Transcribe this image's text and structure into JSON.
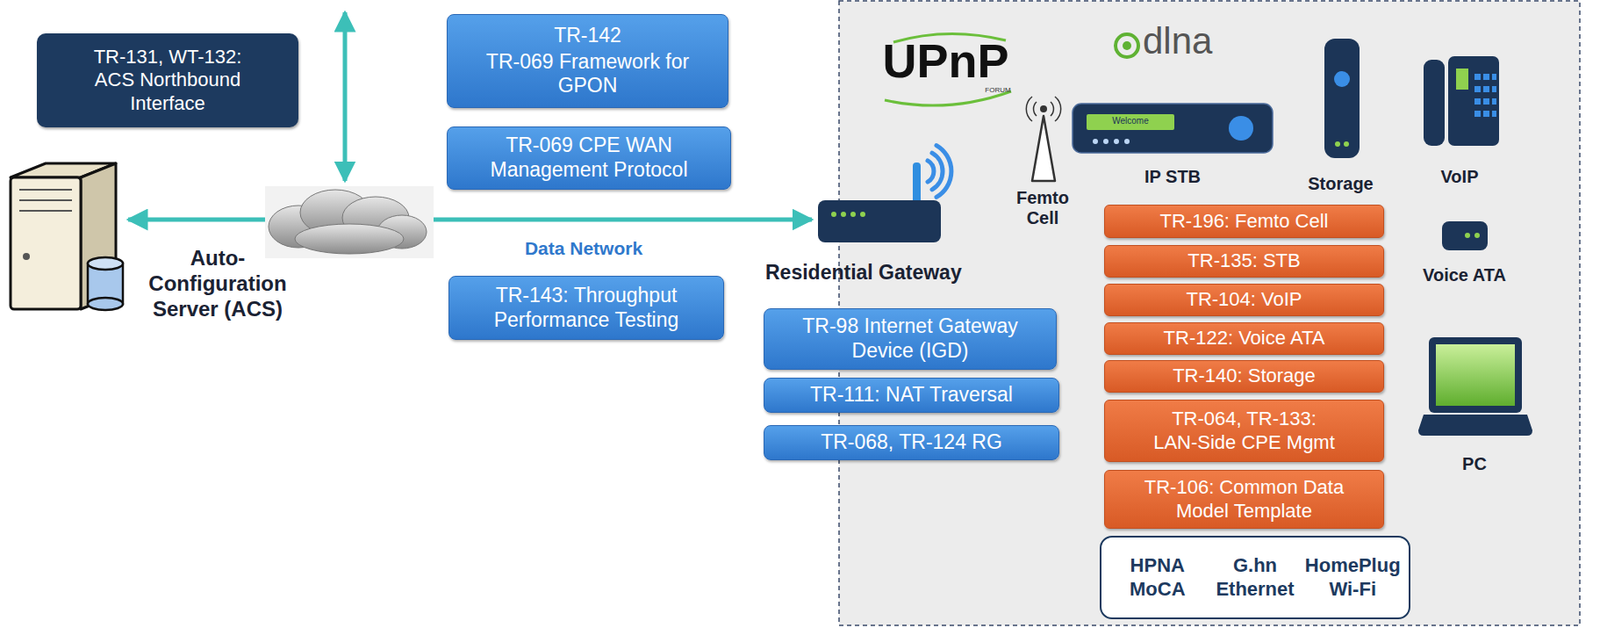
{
  "diagram": {
    "nodes": [
      {
        "text": [
          "TR-131, WT-132: ACS Northbound Interface"
        ]
      },
      {
        "text": [
          "TR-142",
          "TR-069 Framework for GPON"
        ]
      },
      {
        "text": [
          "TR-069 CPE WAN Management Protocol"
        ]
      },
      {
        "text": [
          "Auto-Configuration Server (ACS)"
        ]
      },
      {
        "text": [
          "TR-143: Throughput Performance Testing"
        ]
      },
      {
        "text": [
          "Residential Gateway"
        ]
      },
      {
        "text": [
          "TR-98 Internet Gateway Device (IGD)"
        ]
      },
      {
        "text": [
          "TR-111: NAT Traversal"
        ]
      },
      {
        "text": [
          "TR-068, TR-124 RG"
        ]
      },
      {
        "text": [
          "TR-196: Femto Cell"
        ]
      },
      {
        "text": [
          "TR-135: STB"
        ]
      },
      {
        "text": [
          "TR-104: VoIP"
        ]
      },
      {
        "text": [
          "TR-122: Voice ATA"
        ]
      },
      {
        "text": [
          "TR-140: Storage"
        ]
      },
      {
        "text": [
          "TR-064, TR-133: LAN-Side CPE Mgmt"
        ]
      },
      {
        "text": [
          "TR-106: Common Data Model Template"
        ]
      },
      {
        "text": [
          "HPNA",
          "G.hn",
          "HomePlug",
          "MoCA",
          "Ethernet",
          "Wi-Fi"
        ]
      }
    ],
    "edges": [
      {
        "from": 3,
        "to": 5,
        "arrow": "both"
      }
    ],
    "labels": [
      "Data Network",
      "UPnP",
      "FORUM",
      "dlna",
      "Femto Cell",
      "Welcome",
      "IP STB",
      "Storage",
      "VoIP",
      "Voice ATA",
      "PC"
    ]
  }
}
